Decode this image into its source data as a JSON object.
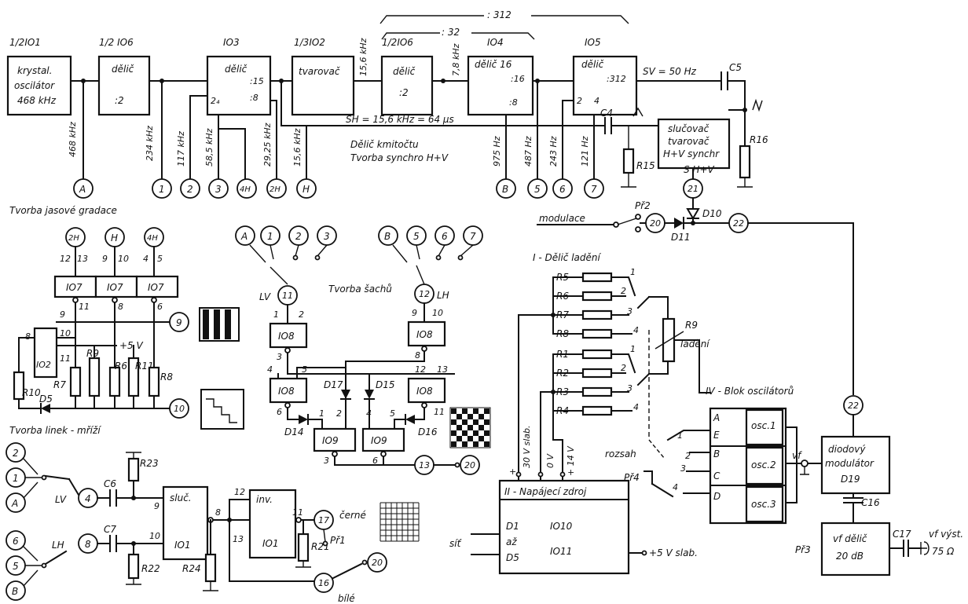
{
  "blocks": {
    "osc_ref": "1/2IO1",
    "osc_l1": "krystal.",
    "osc_l2": "oscilátor",
    "osc_l3": "468 kHz",
    "d106a_ref": "1/2 IO6",
    "d106a_l1": "dělič",
    "d106a_l2": ":2",
    "d103_ref": "IO3",
    "d103_l1": "dělič",
    "d103_p15": ":15",
    "d103_p8": ":8",
    "d103_p24": "2₄",
    "tv_ref": "1/3IO2",
    "tv_l1": "tvarovač",
    "d106b_ref": "1/2IO6",
    "d106b_l1": "dělič",
    "d106b_l2": ":2",
    "d104_ref": "IO4",
    "d104_l1": "dělič 16",
    "d104_p16": ":16",
    "d104_p8": ":8",
    "d105_ref": "IO5",
    "d105_l1": "dělič",
    "d105_p312": ":312",
    "d105_p2": "2",
    "d105_p4": "4",
    "sl_l1": "slučovač",
    "sl_l2": "tvarovač",
    "sl_l3": "H+V synchr",
    "div_312": ": 312",
    "div_32": ": 32"
  },
  "labels": {
    "sv": "SV = 50 Hz",
    "sh": "SH = 15,6 kHz = 64 μs",
    "delic1": "Dělič kmitočtu",
    "delic2": "Tvorba synchro H+V",
    "f156a": "15,6 kHz",
    "f78": "7,8 kHz",
    "f468": "468 kHz",
    "f234": "234 kHz",
    "f117": "117 kHz",
    "f585": "58,5 kHz",
    "f2925": "29,25 kHz",
    "f156b": "15,6 kHz",
    "f975": "975 Hz",
    "f487": "487 Hz",
    "f243": "243 Hz",
    "f121": "121 Hz",
    "c4": "C4",
    "c5": "C5",
    "r15": "R15",
    "r16": "R16",
    "s_hv": "S  H+V",
    "d10": "D10",
    "d11": "D11",
    "pr2": "Př2",
    "modulace": "modulace",
    "jas": "Tvorba jasové gradace",
    "sachu": "Tvorba šachů",
    "linek": "Tvorba linek - mříží",
    "lv": "LV",
    "lh": "LH",
    "plus5": "+5 V",
    "r10": "R10",
    "r7": "R7",
    "r9": "R9",
    "r6": "R6",
    "r11": "R11",
    "r8": "R8",
    "d5": "D5",
    "io7": "IO7",
    "io2": "IO2",
    "io8": "IO8",
    "io9": "IO9",
    "d14": "D14",
    "d15": "D15",
    "d16": "D16",
    "d17": "D17",
    "c6": "C6",
    "c7": "C7",
    "r22": "R22",
    "r23": "R23",
    "r24": "R24",
    "r21": "R21",
    "sluc": "sluč.",
    "inv": "inv.",
    "io1": "IO1",
    "cerne": "černé",
    "bile": "bílé",
    "pr1": "Př1",
    "delic_ladeni": "I - Dělič ladění",
    "r9l": "R9",
    "ladeni": "ladění",
    "r1": "R1",
    "r2": "R2",
    "r3": "R3",
    "r4": "R4",
    "r5": "R5",
    "r6b": "R6",
    "r7b": "R7",
    "r8b": "R8",
    "blok_osc": "IV - Blok oscilátorů",
    "osc1": "osc.1",
    "osc2": "osc.2",
    "osc3": "osc.3",
    "pA": "A",
    "pE": "E",
    "pB": "B",
    "pC": "C",
    "pD": "D",
    "rozsah": "rozsah",
    "pr4": "Př4",
    "vf": "vf",
    "nap": "II - Napájecí zdroj",
    "d1": "D1",
    "az": "až",
    "d5b": "D5",
    "io10": "IO10",
    "io11": "IO11",
    "sit": "síť",
    "plus5slab": "+5 V slab.",
    "v30": "30 V slab.",
    "v0": "0 V",
    "v14": "+ 14 V",
    "plus": "+",
    "minus": "-",
    "diod1": "diodový",
    "diod2": "modulátor",
    "diod3": "D19",
    "c16": "C16",
    "c17": "C17",
    "pr3": "Př3",
    "vfdel1": "vf dělič",
    "vfdel2": "20 dB",
    "vfvys": "vf výst.",
    "ohm": "75 Ω"
  },
  "nodes": {
    "A": "A",
    "1": "1",
    "2": "2",
    "3": "3",
    "4H": "4H",
    "2H": "2H",
    "H": "H",
    "B": "B",
    "5": "5",
    "6": "6",
    "7": "7",
    "21": "21",
    "20": "20",
    "22": "22",
    "9": "9",
    "10": "10",
    "11": "11",
    "12": "12",
    "13": "13",
    "4": "4",
    "8": "8",
    "16": "16",
    "17": "17"
  }
}
